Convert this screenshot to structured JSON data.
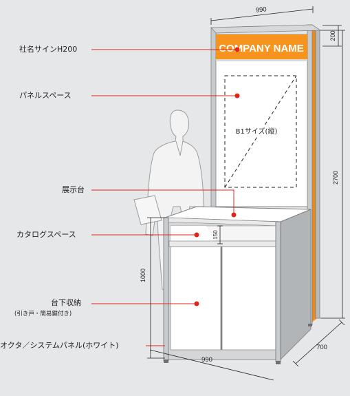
{
  "colors": {
    "background": "#e6e7e8",
    "accent_orange": "#f7941d",
    "leader_red": "#e0261b",
    "dimension_line": "#231f20",
    "frame_silver": "#b9bcbf",
    "panel_white": "#ffffff"
  },
  "sign": {
    "text": "COMPANY NAME"
  },
  "panel": {
    "size_label": "B1サイズ(縦)"
  },
  "labels": {
    "company_sign": "社名サインH200",
    "panel_space": "パネルスペース",
    "display_stand": "展示台",
    "catalog_space": "カタログスペース",
    "under_storage": "台下収納",
    "under_storage_note": "(引き戸・簡易鍵付き)",
    "frame_system": "オクタ／システムパネル(ホワイト)"
  },
  "dimensions": {
    "top_width": "990",
    "sign_height": "200",
    "total_height": "2700",
    "counter_height": "1000",
    "shelf_gap": "150",
    "bottom_width": "990",
    "depth": "700"
  }
}
